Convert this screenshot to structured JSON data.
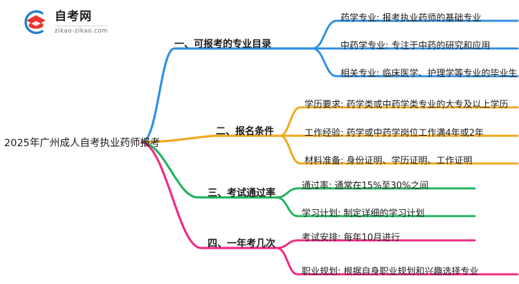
{
  "logo": {
    "title": "自考网",
    "subtitle": "zikao-zikao.com",
    "mark_icon": "graduation-cap-icon",
    "arc_color": "#2080d0",
    "cap_color": "#e8352e"
  },
  "mindmap": {
    "root": {
      "label": "2025年广州成人自考执业药师报考"
    },
    "branches": [
      {
        "label": "一、可报考的专业目录",
        "color": "#2f8fe0",
        "children": [
          {
            "label": "药学专业: 报考执业药师的基础专业"
          },
          {
            "label": "中药学专业: 专注于中药的研究和应用"
          },
          {
            "label": "相关专业: 临床医学、护理学等专业的毕业生"
          }
        ]
      },
      {
        "label": "二、报名条件",
        "color": "#efa81e",
        "children": [
          {
            "label": "学历要求: 药学类或中药学类专业的大专及以上学历"
          },
          {
            "label": "工作经验: 药学或中药学岗位工作满4年或2年"
          },
          {
            "label": "材料准备: 身份证明、学历证明、工作证明"
          }
        ]
      },
      {
        "label": "三、考试通过率",
        "color": "#21b45c",
        "children": [
          {
            "label": "通过率: 通常在15%至30%之间"
          },
          {
            "label": "学习计划: 制定详细的学习计划"
          }
        ]
      },
      {
        "label": "四、一年考几次",
        "color": "#f02a86",
        "children": [
          {
            "label": "考试安排: 每年10月进行"
          },
          {
            "label": "职业规划: 根据自身职业规划和兴趣选择专业"
          }
        ]
      }
    ]
  }
}
